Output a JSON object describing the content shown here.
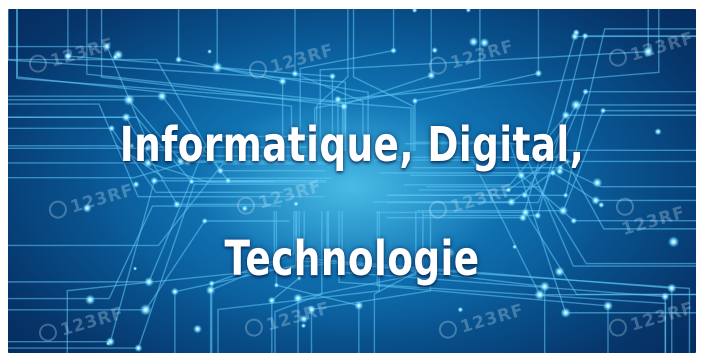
{
  "title": {
    "line1": "Informatique, Digital,",
    "line2": "Technologie"
  },
  "watermark": "123RF",
  "colors": {
    "background_dark": "#042453",
    "background_mid": "#0a5c9a",
    "glow": "#78e6ff",
    "circuit_lines": "#5fc8f5",
    "text": "#ffffff"
  }
}
